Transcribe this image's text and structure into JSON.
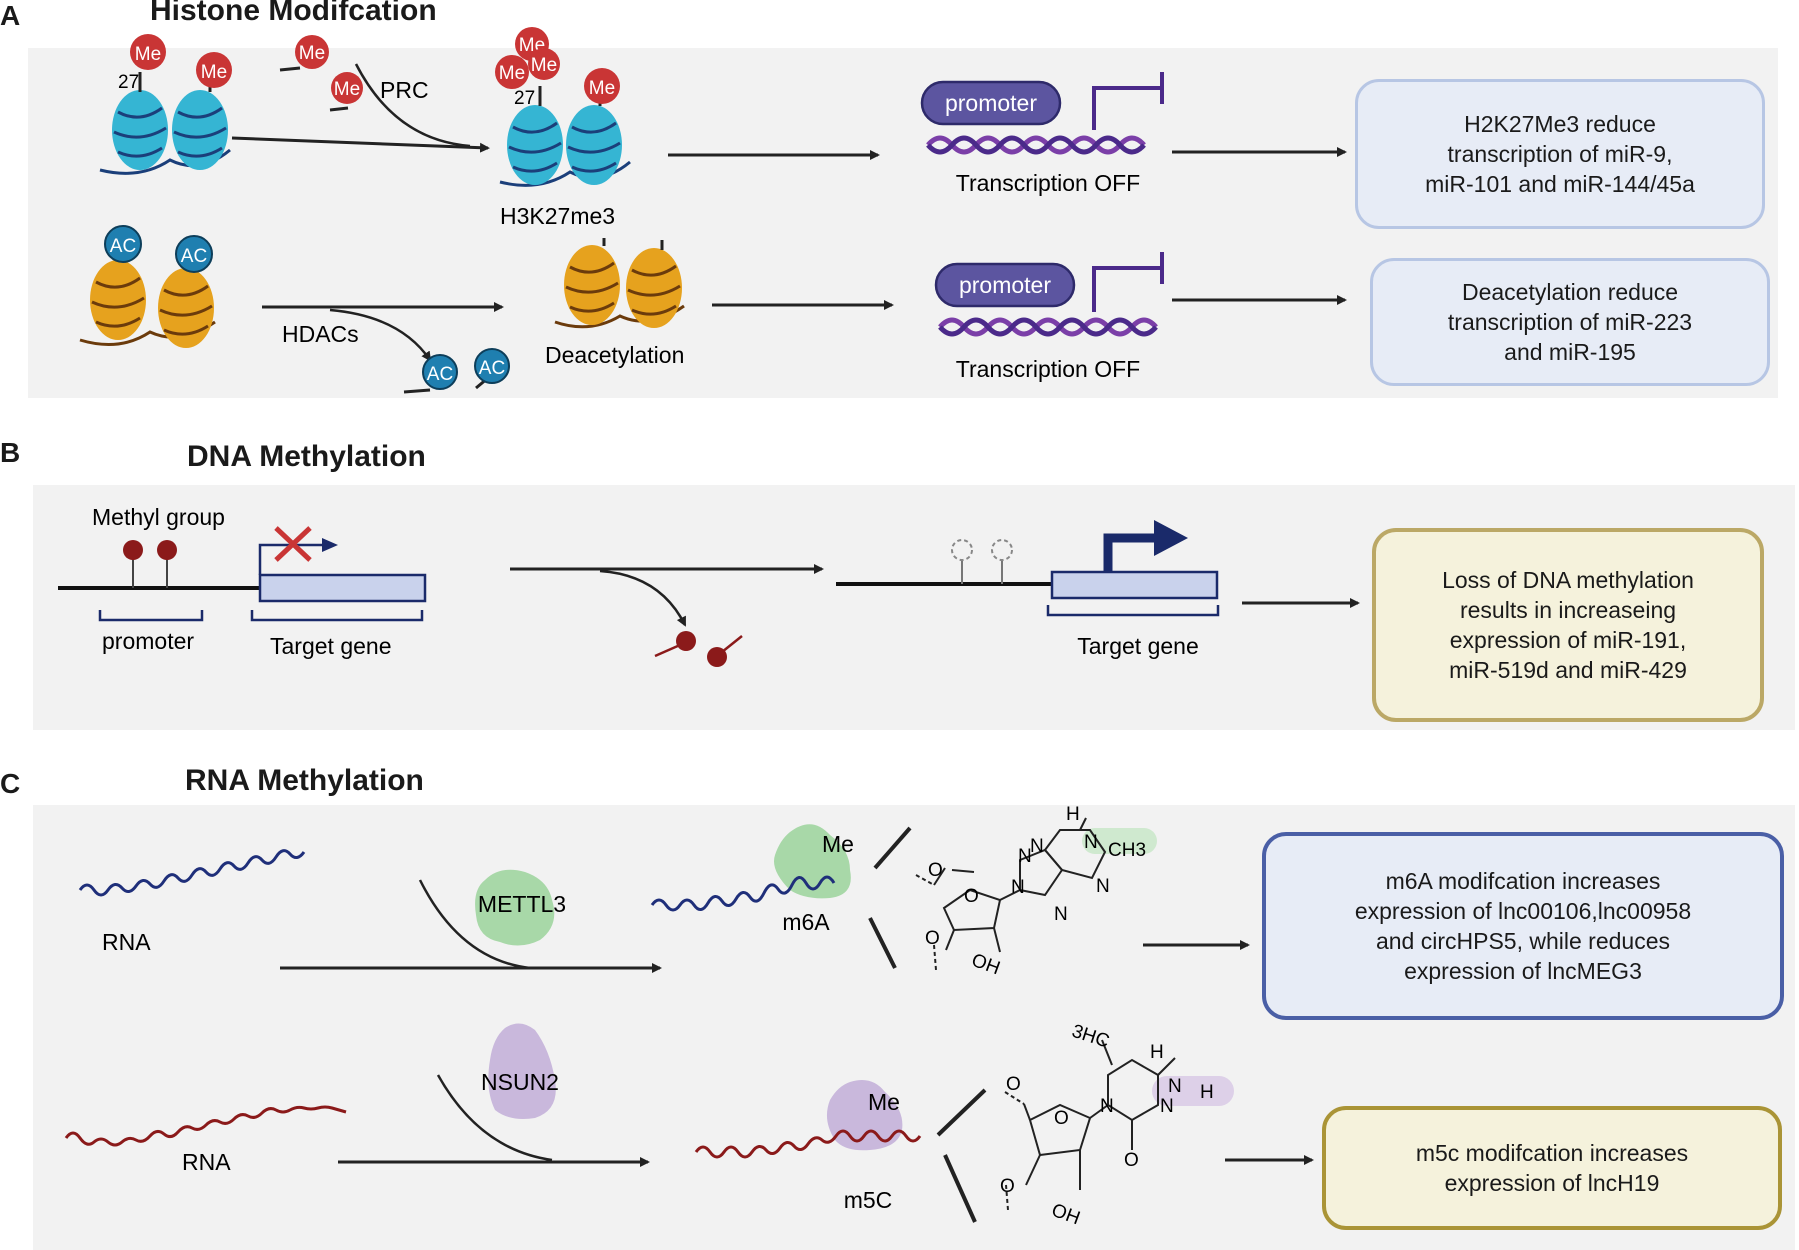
{
  "panel_a": {
    "letter": "A",
    "title": "Histone Modifcation",
    "me": "Me",
    "num27": "27",
    "prc": "PRC",
    "h3k27me3": "H3K27me3",
    "ac": "AC",
    "hdacs": "HDACs",
    "deacetylation": "Deacetylation",
    "promoter": "promoter",
    "transcription_off": "Transcription OFF",
    "box1": "H2K27Me3 reduce\ntranscription of miR-9,\nmiR-101 and miR-144/45a",
    "box2": "Deacetylation reduce\ntranscription of miR-223\nand miR-195"
  },
  "panel_b": {
    "letter": "B",
    "title": "DNA Methylation",
    "methyl_group": "Methyl group",
    "promoter": "promoter",
    "target_gene": "Target gene",
    "box": "Loss of DNA methylation\nresults in increaseing\nexpression of miR-191,\nmiR-519d and miR-429"
  },
  "panel_c": {
    "letter": "C",
    "title": "RNA Methylation",
    "rna": "RNA",
    "mettl3": "METTL3",
    "nsun2": "NSUN2",
    "me": "Me",
    "m6a": "m6A",
    "m5c": "m5C",
    "chem": {
      "N": "N",
      "O": "O",
      "OH": "OH",
      "H": "H",
      "CH3": "CH3",
      "HC3": "3HC"
    },
    "box1": "m6A modifcation increases\nexpression of lnc00106,lnc00958\nand circHPS5, while reduces\nexpression of lncMEG3",
    "box2": "m5c modifcation increases\nexpression of lncH19"
  },
  "colors": {
    "panel_bg": "#f2f2f2",
    "me_red": "#c93535",
    "ac_blue": "#1f7fb0",
    "nucleosome_cyan": "#35b5d3",
    "nucleosome_orange": "#e6a21e",
    "promoter_purple": "#5c55a0",
    "dna_purple": "#7b3fa8",
    "gene_box": "#c9d2ec",
    "rna_blue": "#1f2f7a",
    "rna_red": "#8b1a1a",
    "mettl3_green": "#a8d8a8",
    "nsun2_purple": "#c9b8dc"
  }
}
